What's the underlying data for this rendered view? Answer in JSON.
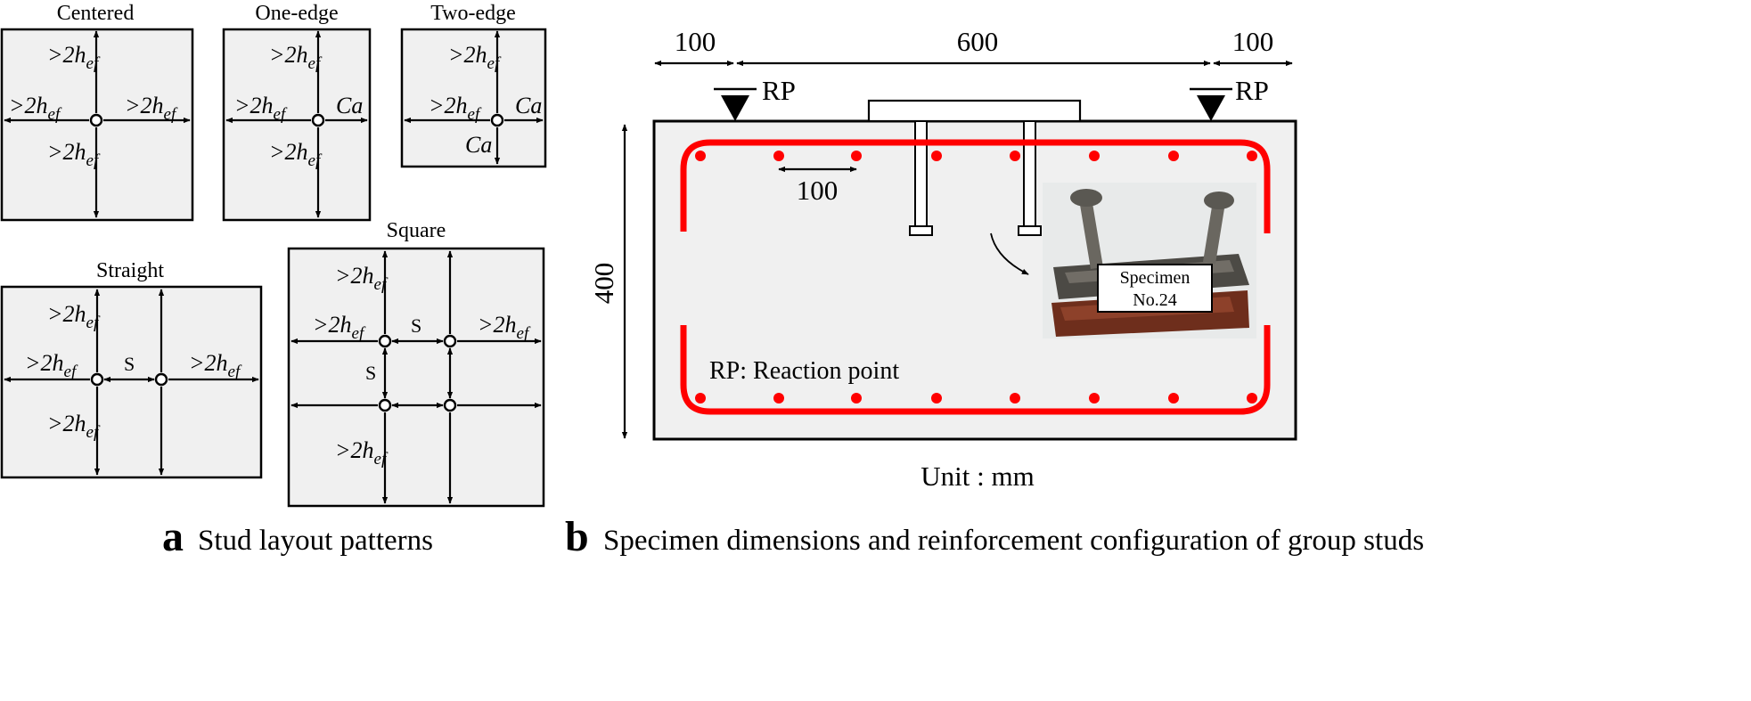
{
  "panel_a": {
    "titles": {
      "centered": "Centered",
      "one_edge": "One-edge",
      "two_edge": "Two-edge",
      "straight": "Straight",
      "square": "Square"
    },
    "labels": {
      "gt2h": ">2h",
      "ef": "ef",
      "ca": "Ca",
      "s": "S"
    },
    "caption_letter": "a",
    "caption_text": "Stud layout patterns"
  },
  "panel_b": {
    "dims": {
      "left": "100",
      "mid": "600",
      "right": "100",
      "height": "400",
      "spacing": "100"
    },
    "rp": "RP",
    "rp_legend": "RP: Reaction point",
    "specimen_line1": "Specimen",
    "specimen_line2": "No.24",
    "unit": "Unit : mm",
    "caption_letter": "b",
    "caption_text": "Specimen dimensions and reinforcement configuration of group studs"
  },
  "colors": {
    "panel_fill": "#f0f0f0",
    "rebar": "#ff0000",
    "outline": "#000000"
  }
}
